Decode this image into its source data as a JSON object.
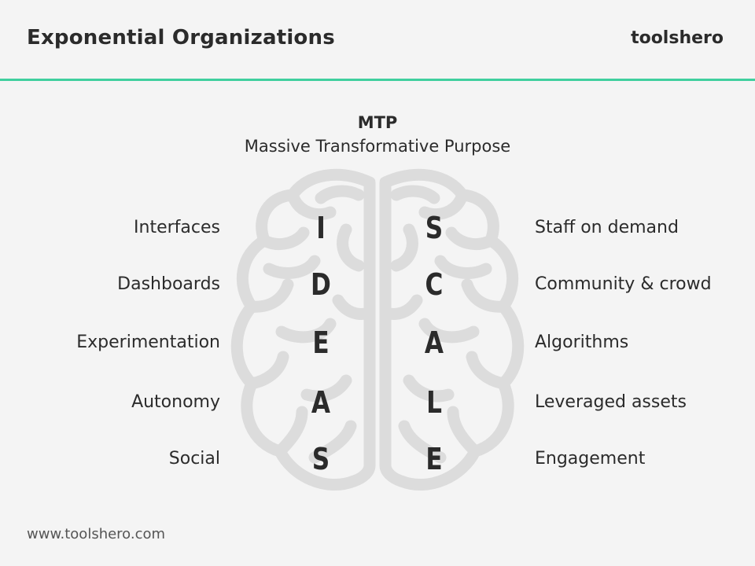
{
  "header": {
    "title": "Exponential Organizations",
    "brand": "toolshero"
  },
  "mtp": {
    "abbr": "MTP",
    "full": "Massive Transformative Purpose"
  },
  "ideas": {
    "letters": [
      "I",
      "D",
      "E",
      "A",
      "S"
    ],
    "labels": [
      "Interfaces",
      "Dashboards",
      "Experimentation",
      "Autonomy",
      "Social"
    ]
  },
  "scale": {
    "letters": [
      "S",
      "C",
      "A",
      "L",
      "E"
    ],
    "labels": [
      "Staff on demand",
      "Community & crowd",
      "Algorithms",
      "Leveraged assets",
      "Engagement"
    ]
  },
  "footer": {
    "url": "www.toolshero.com"
  },
  "colors": {
    "accent": "#3fcf9e",
    "brain": "#dcdcdc",
    "text": "#2b2b2b",
    "background": "#f4f4f4"
  }
}
